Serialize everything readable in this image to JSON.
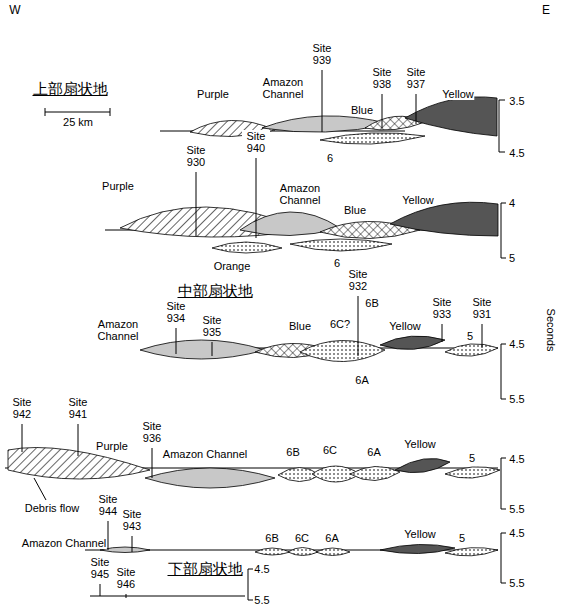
{
  "diagram": {
    "labels": [
      "W",
      "E",
      "Site 939",
      "Site 938",
      "Site 937",
      "上部扇状地",
      "Amazon Channel",
      "Purple",
      "Blue",
      "Yellow",
      "3.5",
      "4.5",
      "25 km",
      "6",
      "Site 930",
      "Site 940",
      "Purple",
      "Amazon Channel",
      "Blue",
      "Yellow",
      "4",
      "5",
      "Orange",
      "6",
      "中部扇状地",
      "Site 934",
      "Site 935",
      "Site 932",
      "Site 933",
      "Site 931",
      "Amazon Channel",
      "Blue",
      "6C?",
      "6B",
      "Yellow",
      "5",
      "4.5",
      "5.5",
      "6A",
      "Seconds",
      "Site 942",
      "Site 941",
      "Site 936",
      "Purple",
      "Amazon Channel",
      "6B",
      "6C",
      "6A",
      "Yellow",
      "5",
      "4.5",
      "5.5",
      "Debris flow",
      "Site 944",
      "Site 943",
      "Amazon Channel",
      "6B",
      "6C",
      "6A",
      "Yellow",
      "5",
      "4.5",
      "5.5",
      "Site 945",
      "Site 946",
      "下部扇状地",
      "4.5",
      "5.5"
    ]
  }
}
